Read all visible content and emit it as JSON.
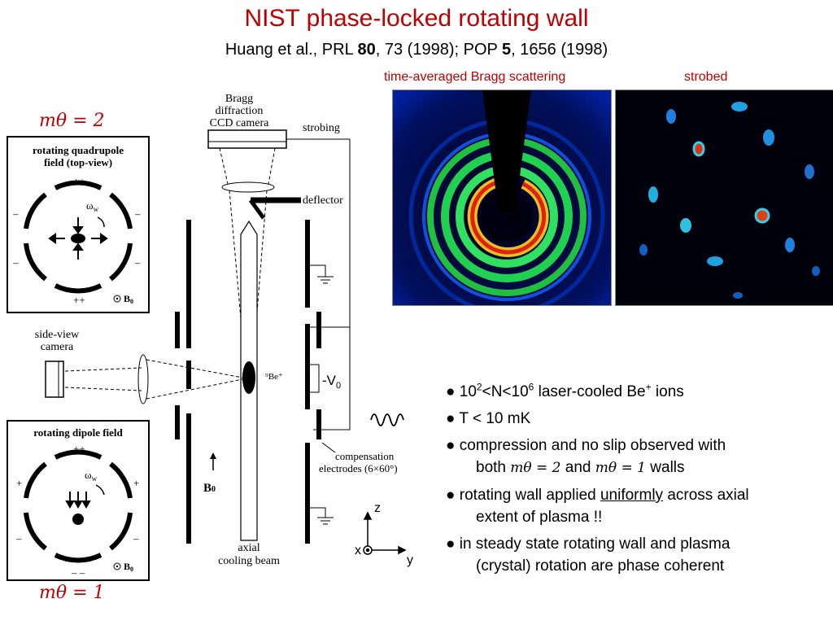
{
  "title": "NIST phase-locked rotating wall",
  "citation": {
    "authors": "Huang et al., PRL ",
    "vol1": "80",
    "mid": ", 73 (1998); POP ",
    "vol2": "5",
    "end": ", 1656 (1998)"
  },
  "captions": {
    "time_averaged": "time-averaged Bragg scattering",
    "strobed": "strobed"
  },
  "m_labels": {
    "m2": "mθ = 2",
    "m1": "mθ = 1"
  },
  "quadrupole_box": {
    "title_line1": "rotating quadrupole",
    "title_line2": "field (top-view)",
    "omega": "ωw",
    "plus": "++",
    "minus": "–",
    "B0": "B0"
  },
  "dipole_box": {
    "title": "rotating dipole field",
    "omega": "ωw",
    "plus_top": "++",
    "minus_bottom": "– –",
    "plus": "+",
    "minus": "–",
    "B0": "B0"
  },
  "apparatus": {
    "bragg_line1": "Bragg diffraction",
    "bragg_line2": "CCD camera",
    "strobing": "strobing",
    "deflector": "deflector",
    "side_line1": "side-view",
    "side_line2": "camera",
    "be_label": "⁹Be⁺",
    "voltage": "-V0",
    "comp_line1": "compensation",
    "comp_line2": "electrodes (6×60°)",
    "b0": "B0",
    "axial_line1": "axial",
    "axial_line2": "cooling beam",
    "axis_z": "z",
    "axis_x": "x",
    "axis_y": "y"
  },
  "bullets": [
    {
      "pre": "10",
      "sup1": "2",
      "mid": "<N<10",
      "sup2": "6",
      "post": " laser-cooled Be",
      "sup3": "+",
      "end": " ions"
    },
    {
      "text": "T < 10 mK"
    },
    {
      "line1": "compression and no slip observed with",
      "line2a": "both ",
      "m2": "mθ = 2",
      "and": " and ",
      "m1": "mθ = 1",
      "walls": " walls"
    },
    {
      "line1a": "rotating wall applied ",
      "underline": "uniformly",
      "line1b": " across axial",
      "line2": "extent of plasma !!"
    },
    {
      "line1": "in steady state rotating wall and plasma",
      "line2": "(crystal) rotation are phase coherent"
    }
  ],
  "colors": {
    "title_red": "#c00000",
    "plasma_bg": "#000010",
    "ring_green": "#20c040",
    "ring_red": "#e02010",
    "ring_blue": "#1050e0"
  }
}
